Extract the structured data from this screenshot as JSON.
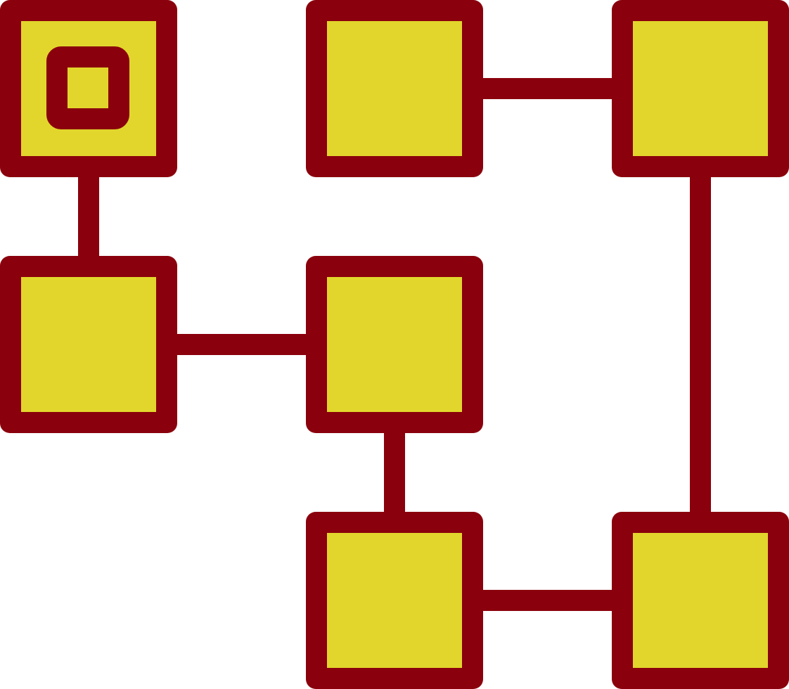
{
  "colors": {
    "stroke": "#8a000c",
    "fill": "#e2d62c",
    "background": "#ffffff"
  },
  "icon": {
    "name": "workflow-diagram-icon",
    "nodes": [
      {
        "id": "top-left",
        "inner_square": true
      },
      {
        "id": "top-middle",
        "inner_square": false
      },
      {
        "id": "top-right",
        "inner_square": false
      },
      {
        "id": "middle-left",
        "inner_square": false
      },
      {
        "id": "middle-center",
        "inner_square": false
      },
      {
        "id": "bottom-middle",
        "inner_square": false
      },
      {
        "id": "bottom-right",
        "inner_square": false
      }
    ],
    "connections": [
      [
        "top-left",
        "middle-left"
      ],
      [
        "middle-left",
        "middle-center"
      ],
      [
        "middle-center",
        "bottom-middle"
      ],
      [
        "bottom-middle",
        "bottom-right"
      ],
      [
        "bottom-right",
        "top-right"
      ],
      [
        "top-right",
        "top-middle"
      ]
    ]
  }
}
